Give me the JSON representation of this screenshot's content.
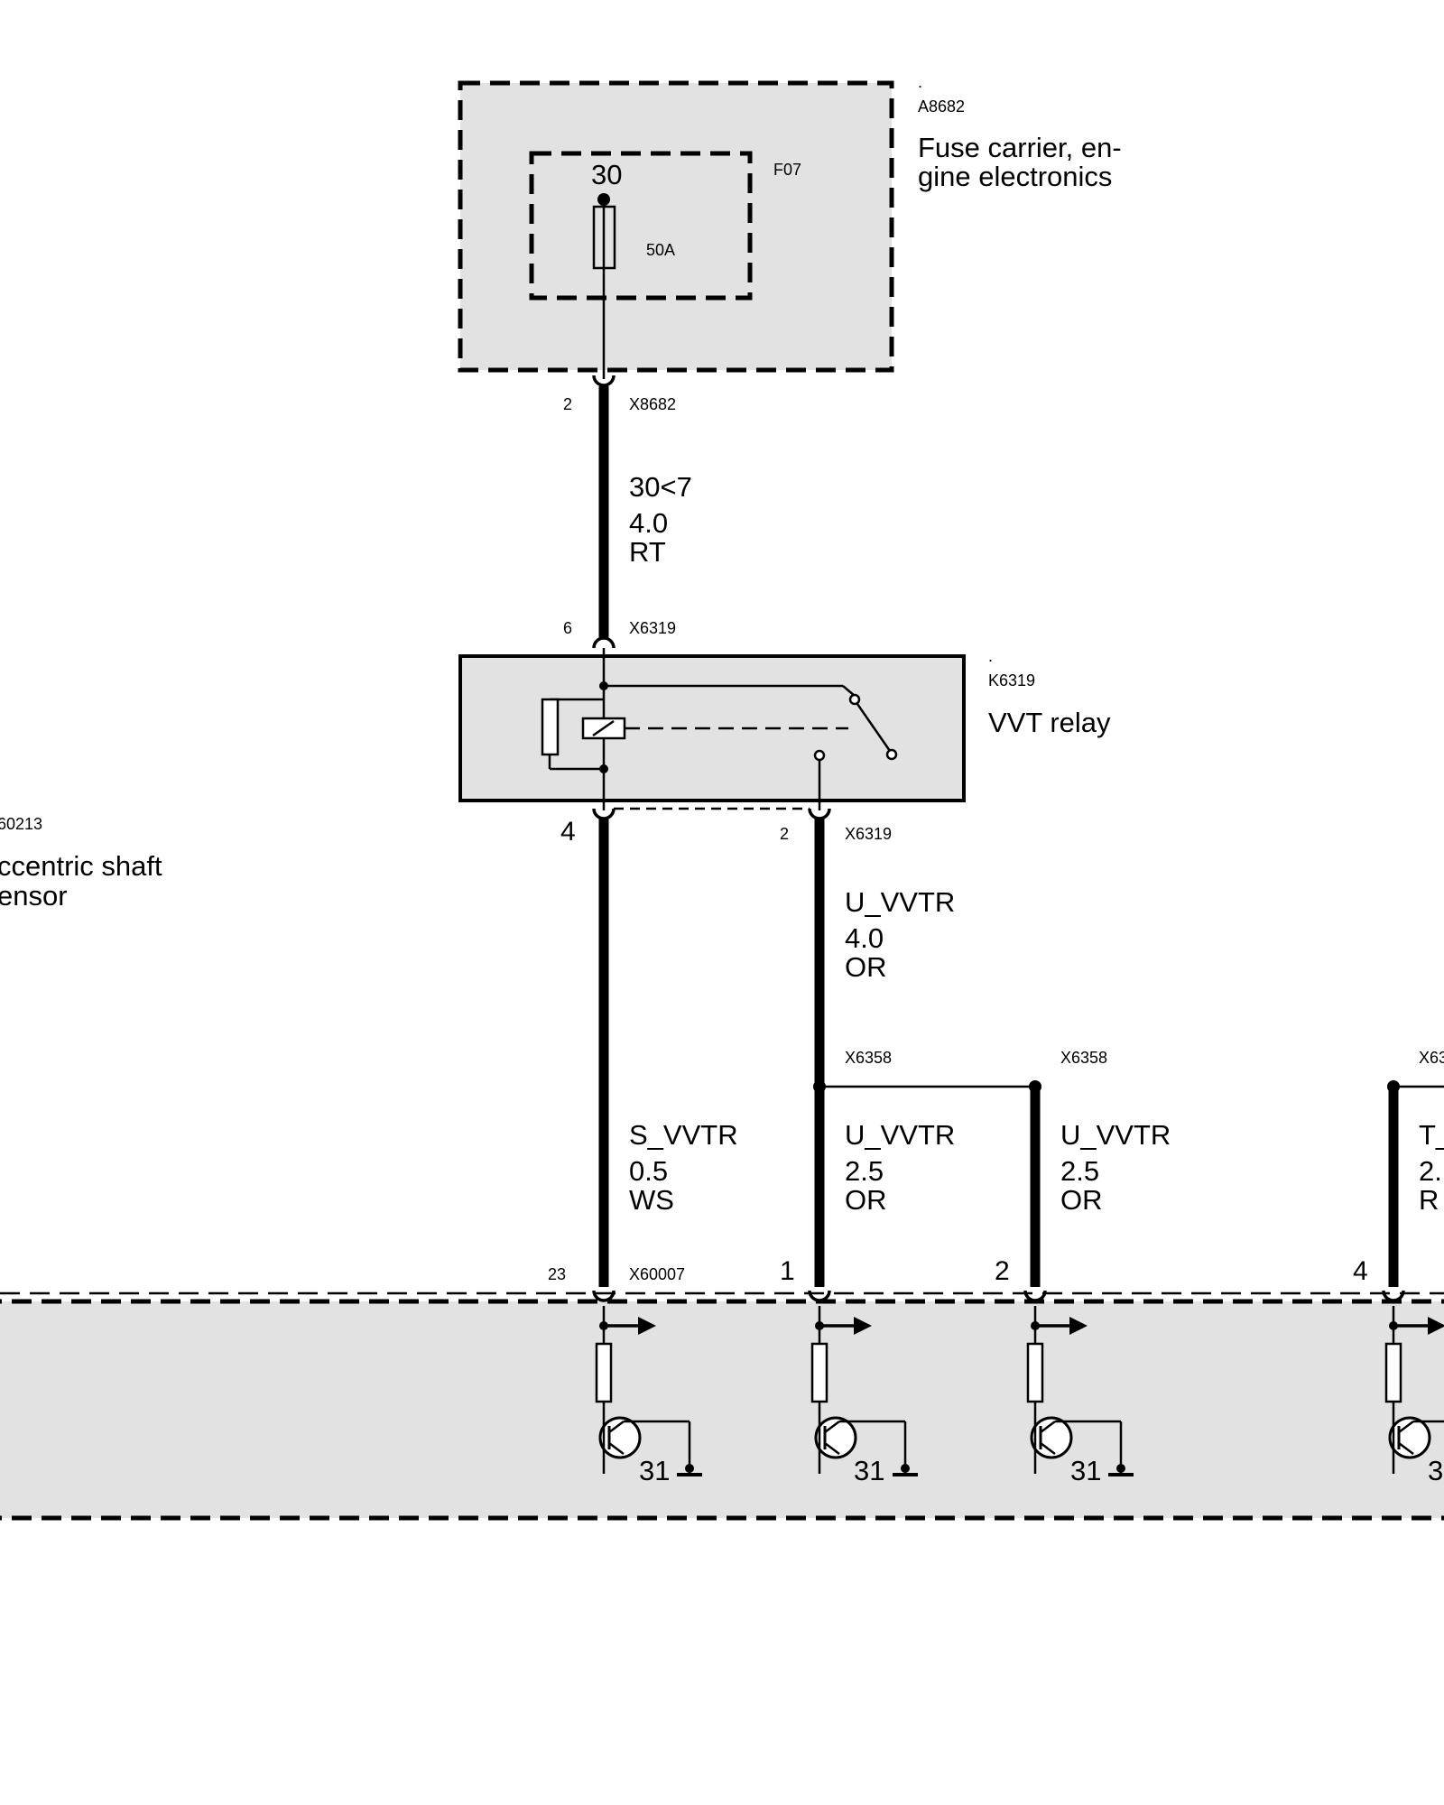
{
  "fuse_carrier": {
    "dot": ".",
    "id": "A8682",
    "name_line1": "Fuse carrier, en-",
    "name_line2": "gine electronics",
    "fuse_id": "F07",
    "terminal": "30",
    "rating": "50A"
  },
  "connector_x8682": {
    "id": "X8682",
    "pin": "2"
  },
  "wire_30": {
    "signal": "30<7",
    "gauge": "4.0",
    "color": "RT"
  },
  "connector_x6319_top": {
    "id": "X6319",
    "pin": "6"
  },
  "relay": {
    "dot": ".",
    "id": "K6319",
    "name": "VVT relay"
  },
  "connector_x6319_bottom": {
    "id": "X6319",
    "pin_left": "4",
    "pin_right": "2"
  },
  "sensor": {
    "id_partial": "60213",
    "name_line1": "ccentric shaft",
    "name_line2": "ensor"
  },
  "wire_u_vvtr_main": {
    "signal": "U_VVTR",
    "gauge": "4.0",
    "color": "OR"
  },
  "splice": {
    "id_left": "X6358",
    "id_right": "X6358",
    "id_far": "X63"
  },
  "wire_s_vvtr": {
    "signal": "S_VVTR",
    "gauge": "0.5",
    "color": "WS"
  },
  "wire_u_vvtr_1": {
    "signal": "U_VVTR",
    "gauge": "2.5",
    "color": "OR"
  },
  "wire_u_vvtr_2": {
    "signal": "U_VVTR",
    "gauge": "2.5",
    "color": "OR"
  },
  "wire_t_partial": {
    "signal": "T_",
    "gauge": "2.",
    "color": "R"
  },
  "ecu_connector": {
    "id": "X60007",
    "pin_a": "23",
    "pin_b": "1",
    "pin_c": "2",
    "pin_d": "4"
  },
  "ground_label": "31",
  "ground_label_partial": "3"
}
